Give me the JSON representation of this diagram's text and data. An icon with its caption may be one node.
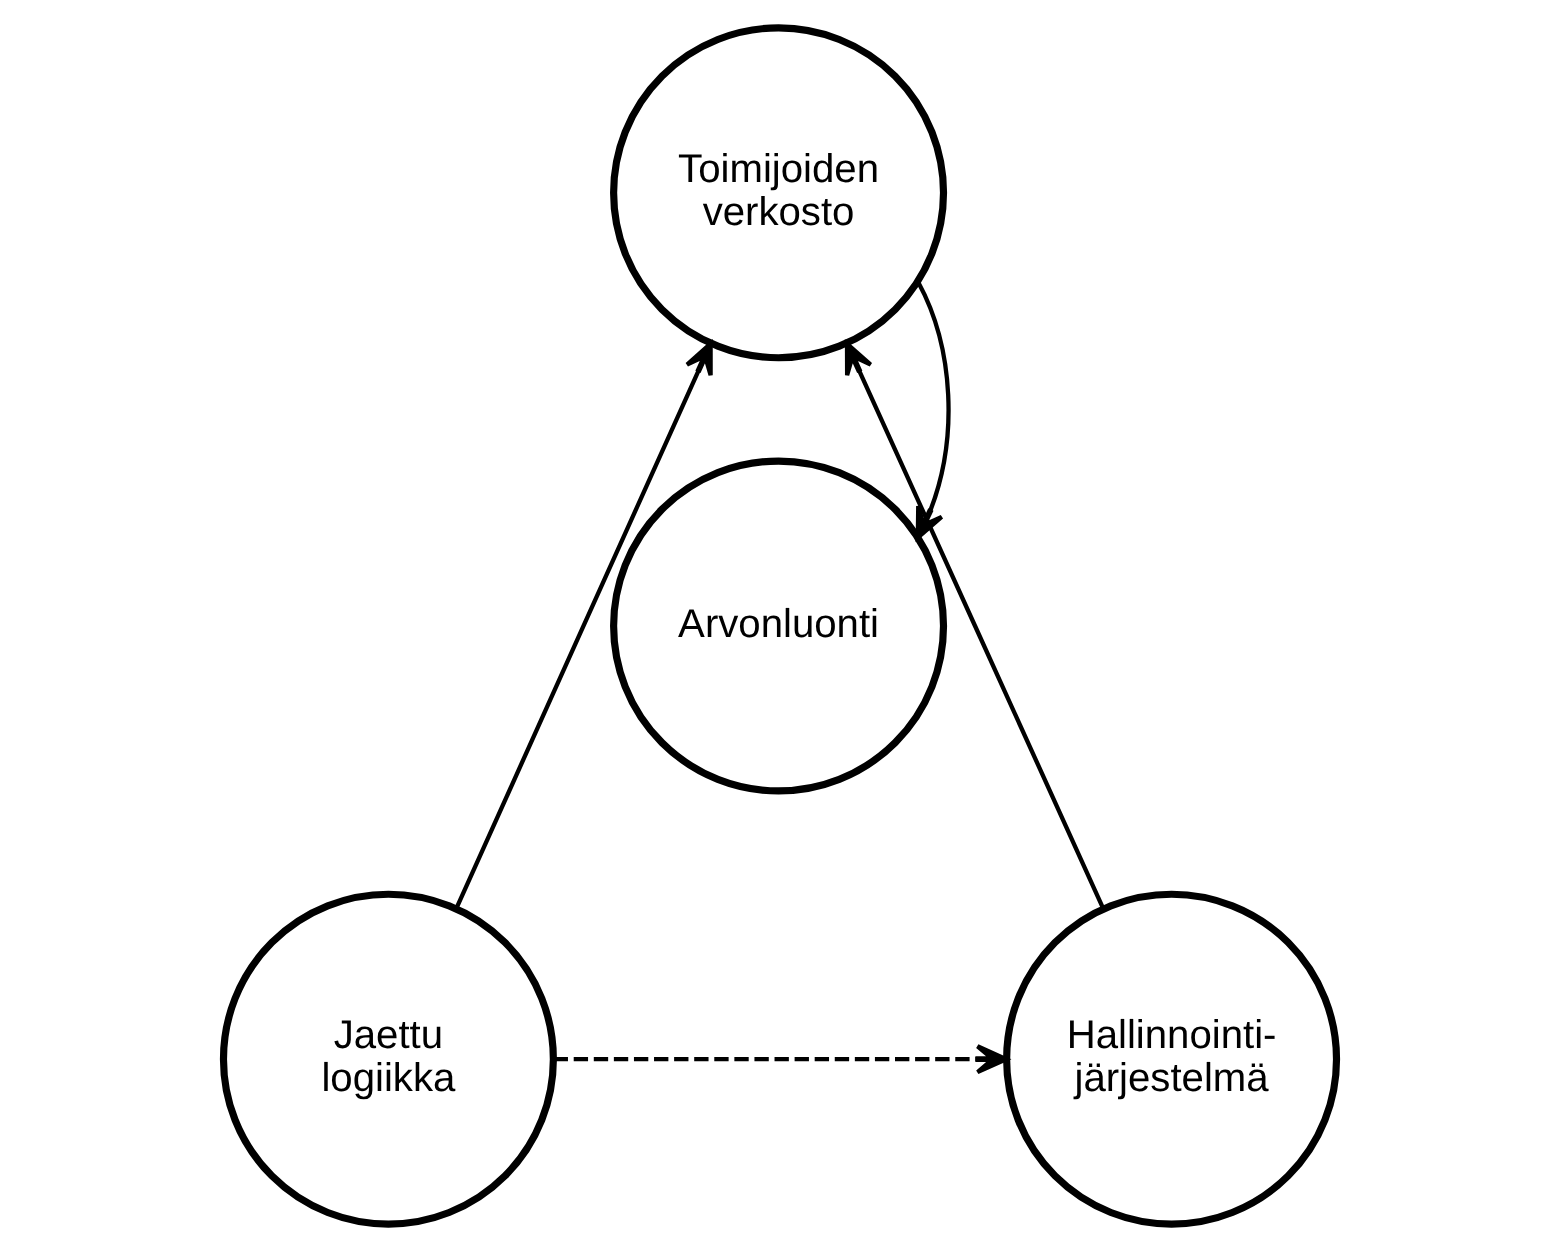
{
  "diagram": {
    "nodes": [
      {
        "text": [
          "Toimijoiden verkosto"
        ]
      },
      {
        "text": [
          "Arvonluonti"
        ]
      },
      {
        "text": [
          "Hallinnointi- järjestelmä"
        ]
      },
      {
        "text": [
          "Jaettu logiikka"
        ]
      }
    ],
    "edges": [
      {
        "from": 0,
        "to": 1,
        "arrow": "to"
      },
      {
        "from": 2,
        "to": 0,
        "arrow": "to"
      },
      {
        "from": 3,
        "to": 0,
        "arrow": "to"
      },
      {
        "from": 3,
        "to": 2,
        "arrow": "to",
        "style": "dashed"
      }
    ]
  }
}
